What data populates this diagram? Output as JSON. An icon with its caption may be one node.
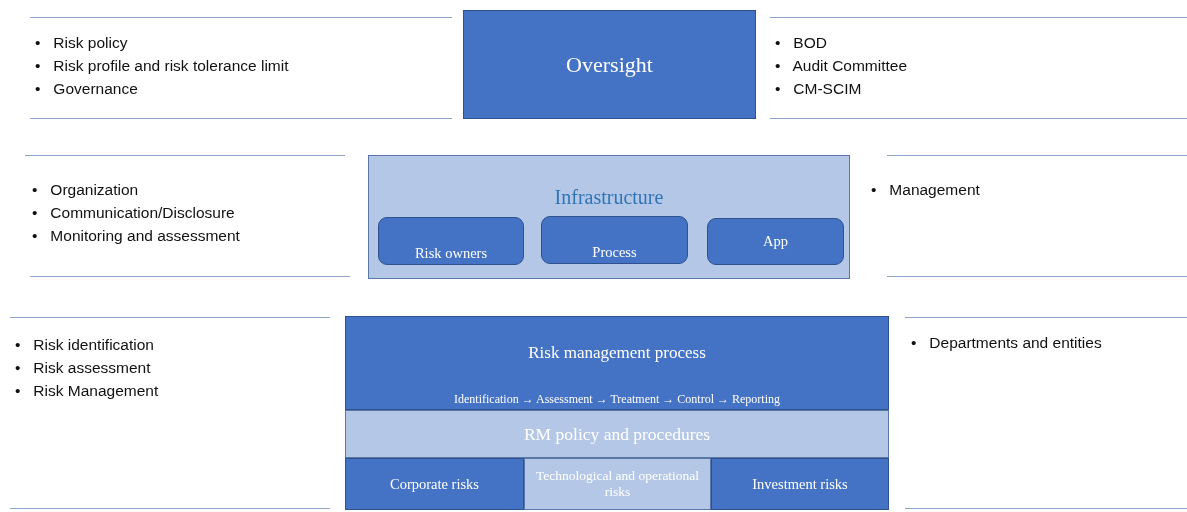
{
  "diagram": {
    "nodes": [
      {
        "text": [
          "Oversight"
        ]
      },
      {
        "text": [
          "Infrastructure"
        ]
      },
      {
        "text": [
          "Risk owners"
        ],
        "in": 1
      },
      {
        "text": [
          "Process"
        ],
        "in": 1
      },
      {
        "text": [
          "App"
        ],
        "in": 1
      },
      {
        "text": [
          "Risk management process",
          "Identification → Assessment → Treatment → Control → Reporting"
        ]
      },
      {
        "text": [
          "RM policy and procedures"
        ]
      },
      {
        "text": [
          "Corporate risks"
        ]
      },
      {
        "text": [
          "Technological and operational risks"
        ]
      },
      {
        "text": [
          "Investment risks"
        ]
      }
    ],
    "labels": [
      "• Risk policy",
      "• Risk profile and risk tolerance limit",
      "• Governance",
      "• BOD",
      "• Audit Committee",
      "• CM-SCIM",
      "• Organization",
      "• Communication/Disclosure",
      "• Monitoring and assessment",
      "• Management",
      "• Risk identification",
      "• Risk assessment",
      "• Risk Management",
      "• Departments and entities"
    ]
  }
}
